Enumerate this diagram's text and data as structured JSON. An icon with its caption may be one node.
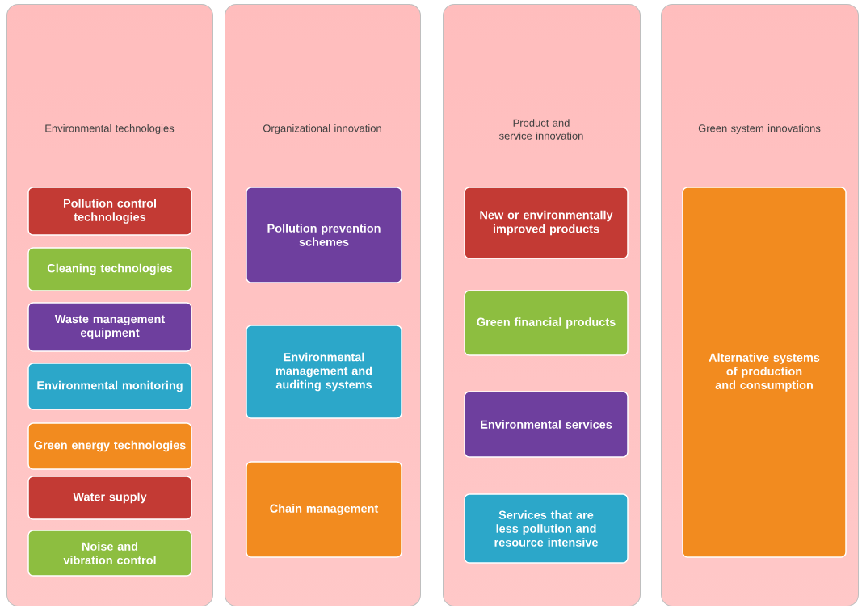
{
  "diagram": {
    "nodes": [
      {
        "text": [
          "Environmental technologies"
        ]
      },
      {
        "text": [
          "Pollution control technologies"
        ],
        "in": 0
      },
      {
        "text": [
          "Cleaning technologies"
        ],
        "in": 0
      },
      {
        "text": [
          "Waste management equipment"
        ],
        "in": 0
      },
      {
        "text": [
          "Environmental monitoring"
        ],
        "in": 0
      },
      {
        "text": [
          "Green energy technologies"
        ],
        "in": 0
      },
      {
        "text": [
          "Water supply"
        ],
        "in": 0
      },
      {
        "text": [
          "Noise and vibration control"
        ],
        "in": 0
      },
      {
        "text": [
          "Organizational innovation"
        ]
      },
      {
        "text": [
          "Pollution prevention schemes"
        ],
        "in": 8
      },
      {
        "text": [
          "Environmental management and auditing systems"
        ],
        "in": 8
      },
      {
        "text": [
          "Chain management"
        ],
        "in": 8
      },
      {
        "text": [
          "Product and service innovation"
        ]
      },
      {
        "text": [
          "New or environmentally improved products"
        ],
        "in": 12
      },
      {
        "text": [
          "Green financial products"
        ],
        "in": 12
      },
      {
        "text": [
          "Environmental services"
        ],
        "in": 12
      },
      {
        "text": [
          "Services that are less pollution and resource intensive"
        ],
        "in": 12
      },
      {
        "text": [
          "Green system innovations"
        ]
      },
      {
        "text": [
          "Alternative systems of production and consumption"
        ],
        "in": 17
      }
    ]
  }
}
